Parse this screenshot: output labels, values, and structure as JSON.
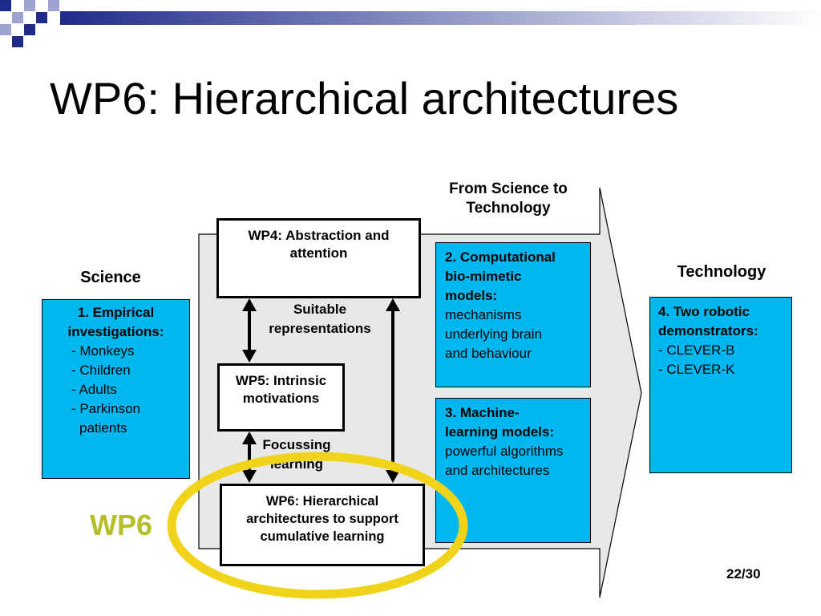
{
  "slide": {
    "title": "WP6: Hierarchical architectures",
    "page_number": "22/30",
    "wp6_label": "WP6"
  },
  "labels": {
    "from_science": [
      "From Science to",
      "Technology"
    ],
    "science": "Science",
    "technology": "Technology"
  },
  "boxes": {
    "empirical": {
      "heading": [
        "1. Empirical",
        "investigations:"
      ],
      "items": [
        "- Monkeys",
        "- Children",
        "- Adults",
        "- Parkinson",
        "patients"
      ]
    },
    "computational": {
      "heading": [
        "2. Computational",
        "bio-mimetic",
        "models:"
      ],
      "body": [
        "mechanisms",
        "underlying brain",
        "and behaviour"
      ]
    },
    "machine_learning": {
      "heading": [
        "3. Machine-",
        "learning models:"
      ],
      "body": [
        "powerful algorithms",
        "and architectures"
      ]
    },
    "robotic": {
      "heading": [
        "4. Two robotic",
        "demonstrators:"
      ],
      "items": [
        "- CLEVER-B",
        "- CLEVER-K"
      ]
    },
    "wp4": [
      "WP4: Abstraction and",
      "attention"
    ],
    "wp5": [
      "WP5: Intrinsic",
      "motivations"
    ],
    "wp6": [
      "WP6: Hierarchical",
      "architectures to support",
      "cumulative learning"
    ]
  },
  "connectors": {
    "suitable": [
      "Suitable",
      "representations"
    ],
    "focussing": [
      "Focussing",
      "learning"
    ]
  },
  "colors": {
    "box_fill": "#00b7ef",
    "arrow_fill": "#e8e8e8",
    "highlight_ellipse": "#f2d31b",
    "wp6_label": "#b5be28",
    "deco_navy": "#1f2b8a",
    "deco_lavender": "#9ea3d4"
  }
}
